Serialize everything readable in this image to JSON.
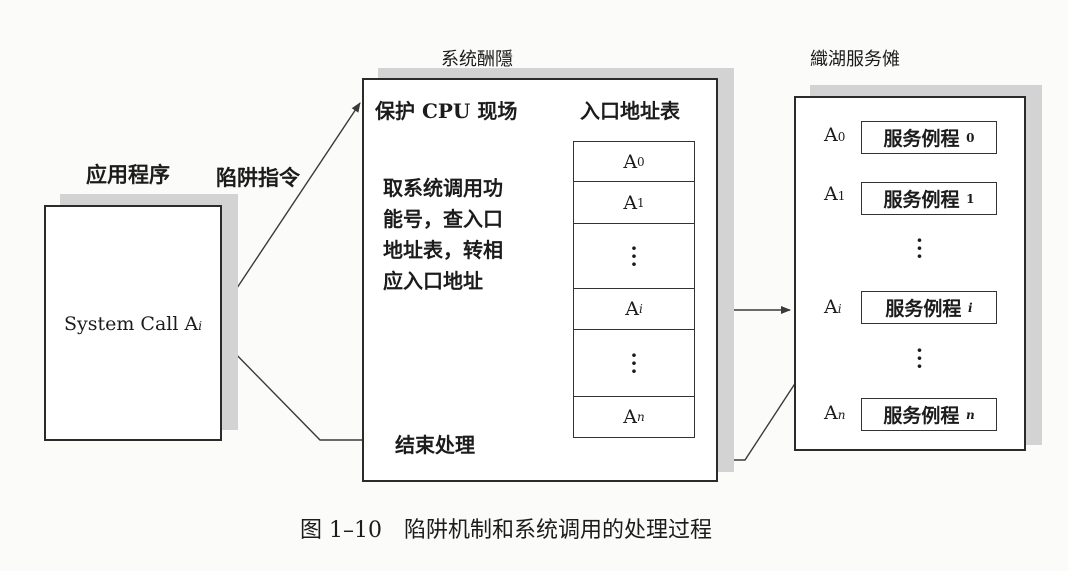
{
  "labels": {
    "top_center": "系统酬隱_",
    "top_right": "織湖服务傩",
    "app_label": "应用程序",
    "trap_label": "陷阱指令"
  },
  "app_box": {
    "syscall_prefix": "System Call A",
    "syscall_sub": "i"
  },
  "system_box": {
    "save_cpu": "保护 CPU 现场",
    "fetch_lines": [
      "取系统调用功",
      "能号，查入口",
      "地址表，转相",
      "应入口地址"
    ],
    "end_process": "结束处理"
  },
  "entry_table": {
    "title": "入口地址表",
    "entries": [
      {
        "base": "A",
        "sub": "0"
      },
      {
        "base": "A",
        "sub": "1"
      },
      {
        "base": "",
        "sub": ""
      },
      {
        "base": "A",
        "sub": "i"
      },
      {
        "base": "",
        "sub": ""
      },
      {
        "base": "A",
        "sub": "n"
      }
    ]
  },
  "service_list": {
    "items": [
      {
        "label_base": "A",
        "label_sub": "0",
        "routine": "服务例程",
        "routine_sub": "0"
      },
      {
        "label_base": "A",
        "label_sub": "1",
        "routine": "服务例程",
        "routine_sub": "1"
      },
      {
        "label_base": "A",
        "label_sub": "i",
        "routine": "服务例程",
        "routine_sub": "i"
      },
      {
        "label_base": "A",
        "label_sub": "n",
        "routine": "服务例程",
        "routine_sub": "n"
      }
    ]
  },
  "caption": "图 1–10　陷阱机制和系统调用的处理过程",
  "colors": {
    "line": "#3a3a3a",
    "shadow": "#d3d3d3",
    "border": "#2b2b2b"
  }
}
